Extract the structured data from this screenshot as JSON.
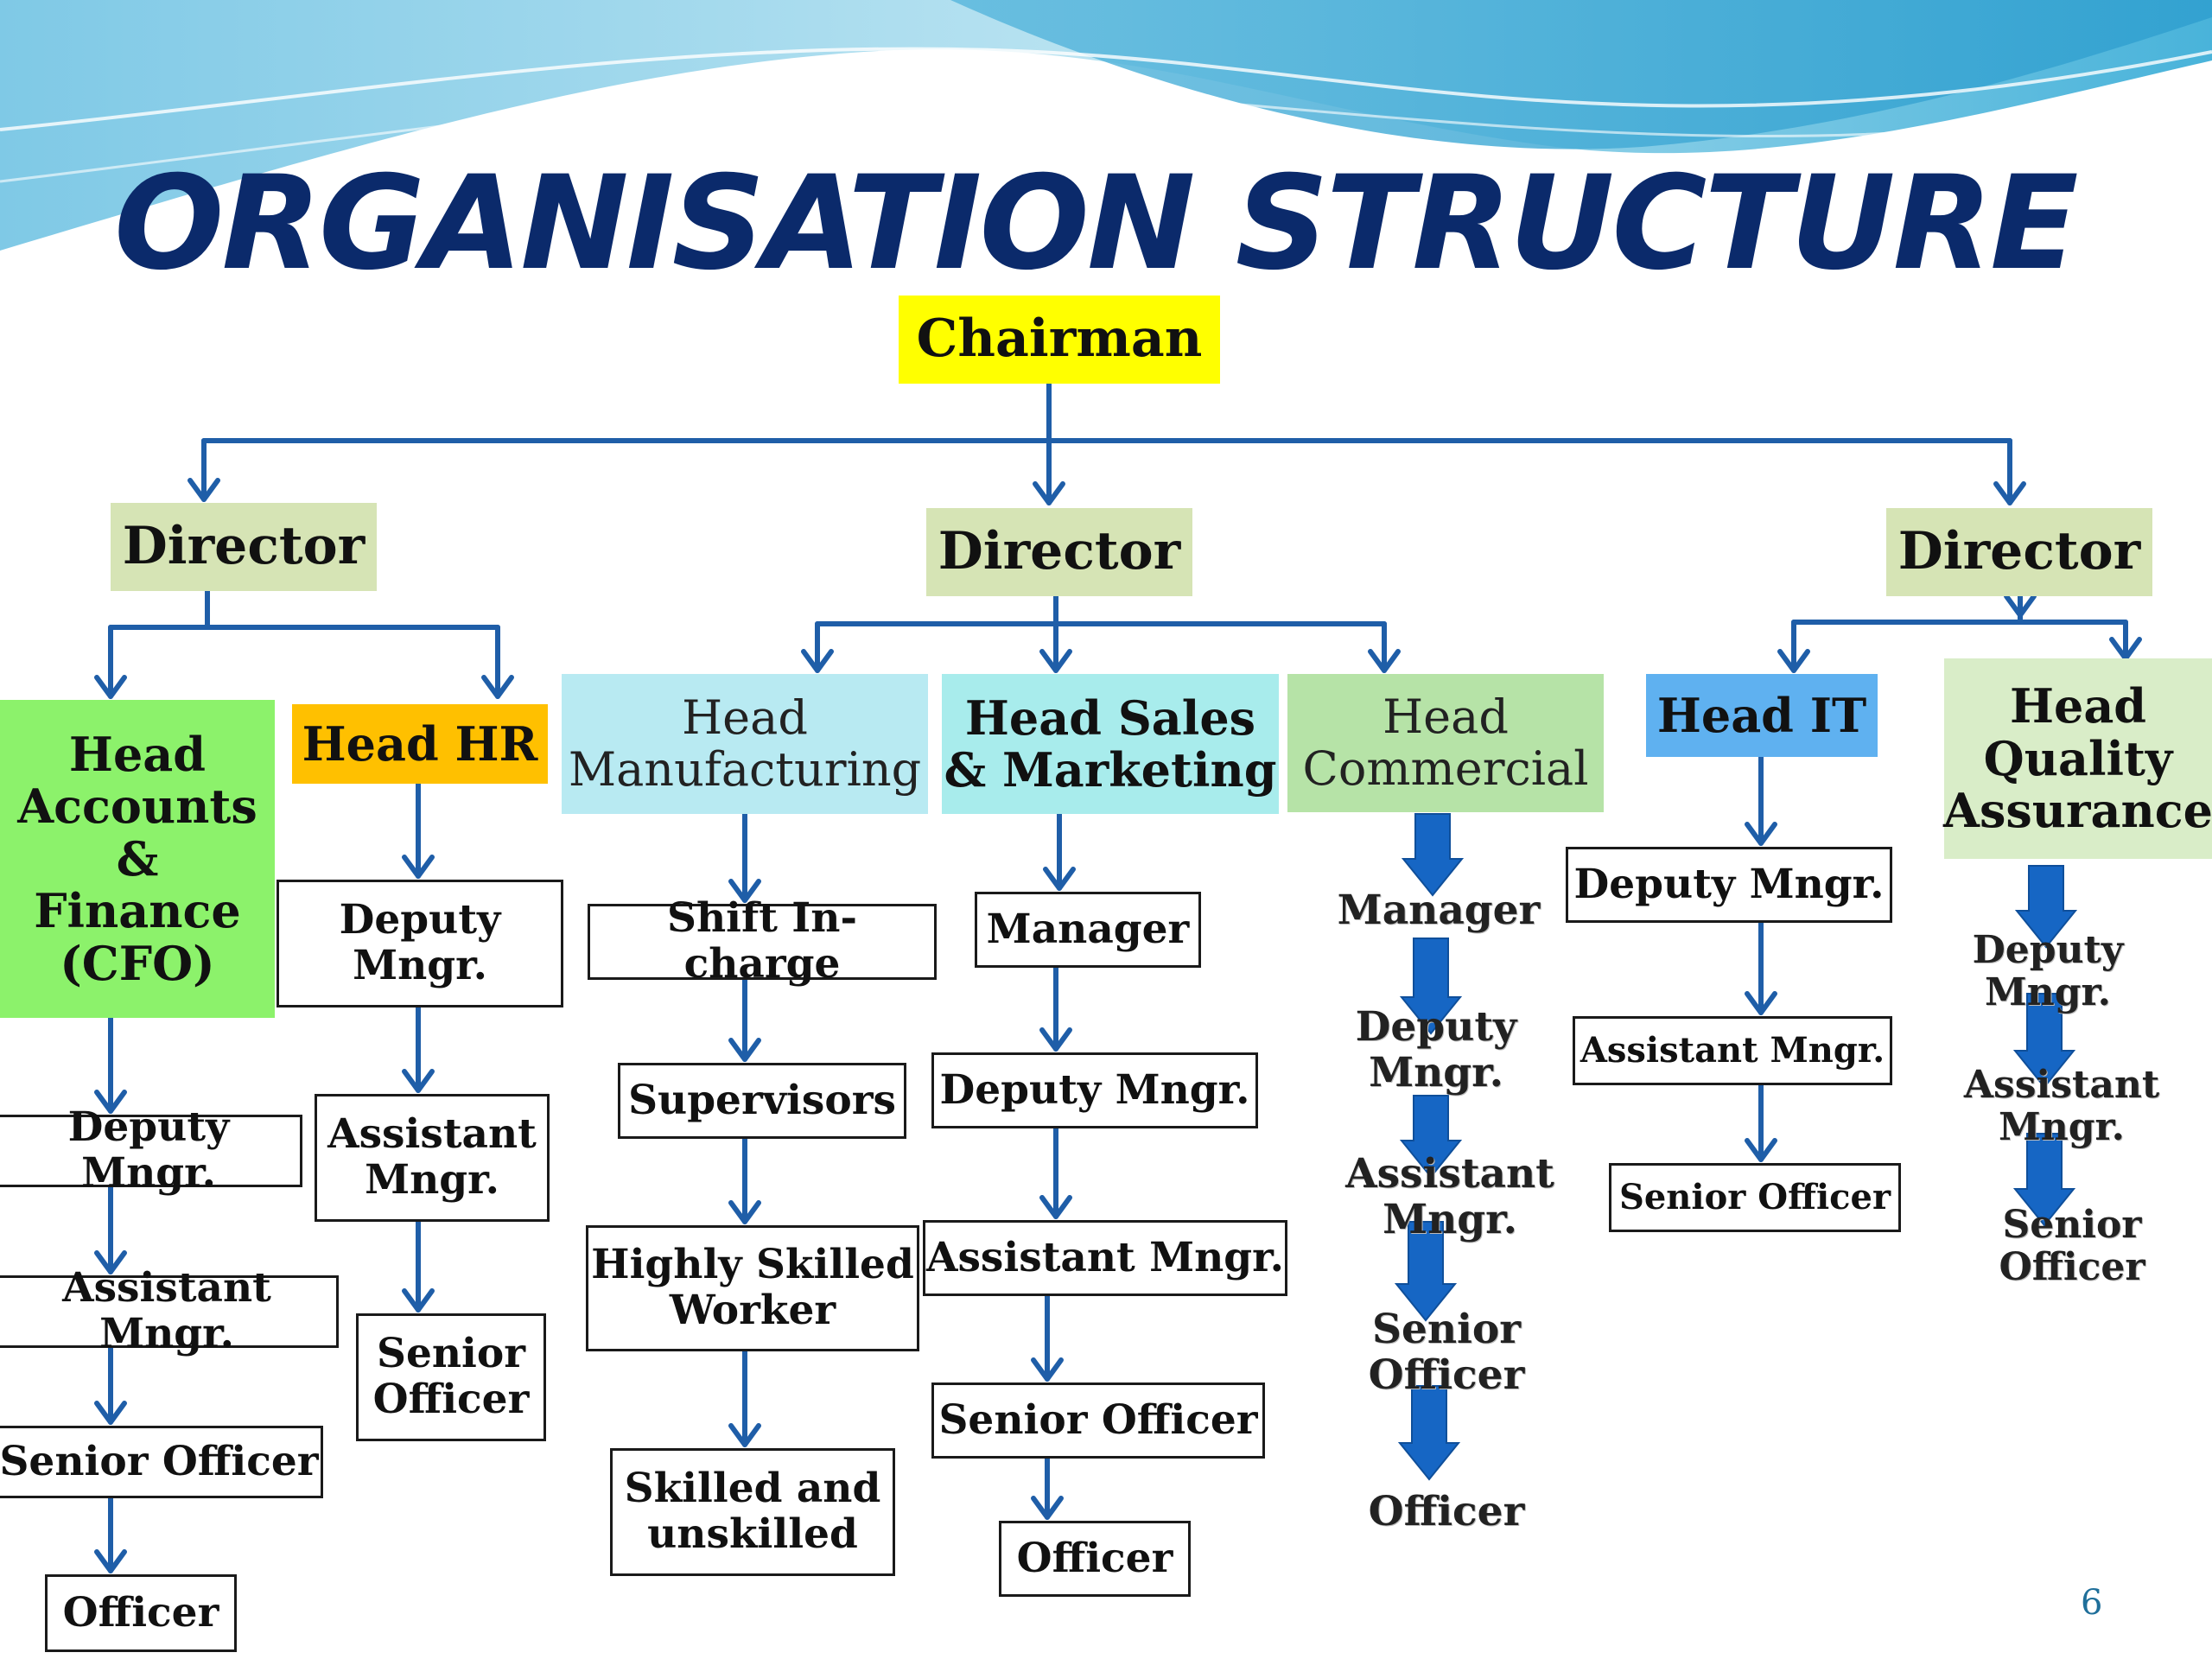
{
  "title": "ORGANISATION STRUCTURE",
  "page_number": "6",
  "colors": {
    "title": "#0b2a6b",
    "connector": "#1f5ea8",
    "chairman": "#ffff00",
    "director": "#d6e4b5",
    "accounts": "#8cf26b",
    "hr": "#ffc000",
    "manufacturing": "#b8eaf2",
    "sales": "#a8ecec",
    "commercial": "#b6e3a7",
    "it": "#5fb1f0",
    "quality": "#d9edc8"
  },
  "chairman": "Chairman",
  "directors": [
    "Director",
    "Director",
    "Director"
  ],
  "heads": {
    "accounts": "Head\nAccounts\n&\nFinance\n(CFO)",
    "hr": "Head HR",
    "manufacturing": "Head\nManufacturing",
    "sales": "Head Sales\n& Marketing",
    "commercial": "Head\nCommercial",
    "it": "Head IT",
    "quality": "Head\nQuality\nAssurance"
  },
  "accounts_chain": [
    "Deputy Mngr.",
    "Assistant Mngr.",
    "Senior Officer",
    "Officer"
  ],
  "hr_chain": [
    "Deputy\nMngr.",
    "Assistant\nMngr.",
    "Senior\nOfficer"
  ],
  "manufacturing_chain": [
    "Shift In-charge",
    "Supervisors",
    "Highly Skilled\nWorker",
    "Skilled and\nunskilled"
  ],
  "sales_chain": [
    "Manager",
    "Deputy Mngr.",
    "Assistant Mngr.",
    "Senior Officer",
    "Officer"
  ],
  "commercial_chain": [
    "Manager",
    "Deputy Mngr.",
    "Assistant Mngr.",
    "Senior Officer",
    "Officer"
  ],
  "it_chain": [
    "Deputy Mngr.",
    "Assistant Mngr.",
    "Senior Officer"
  ],
  "quality_chain": [
    "Deputy Mngr.",
    "Assistant Mngr.",
    "Senior Officer"
  ]
}
